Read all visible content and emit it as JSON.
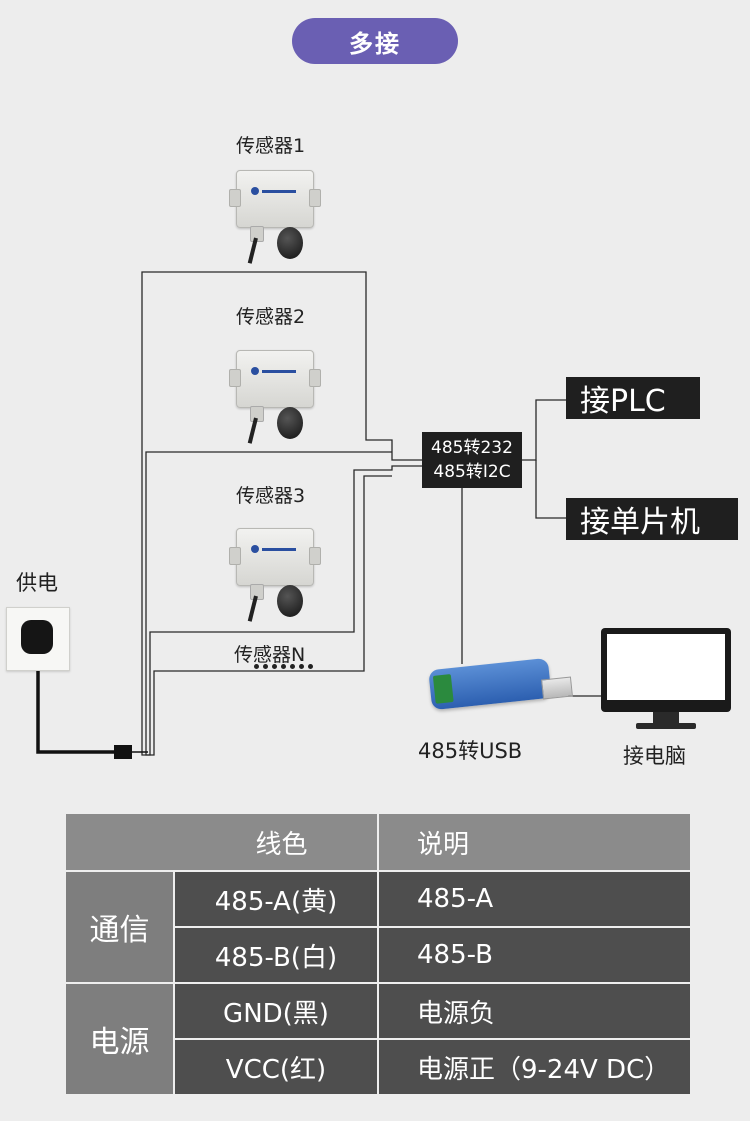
{
  "title": "多接",
  "sensors": [
    {
      "label": "传感器1"
    },
    {
      "label": "传感器2"
    },
    {
      "label": "传感器3"
    },
    {
      "label": "传感器N"
    }
  ],
  "power_label": "供电",
  "converter": {
    "line1": "485转232",
    "line2": "485转I2C"
  },
  "targets": {
    "plc": "接PLC",
    "mcu": "接单片机"
  },
  "usb_label": "485转USB",
  "pc_label": "接电脑",
  "table": {
    "headers": {
      "color": "线色",
      "desc": "说明"
    },
    "groups": [
      {
        "name": "通信",
        "rows": [
          {
            "wire": "485-A(黄)",
            "desc": "485-A"
          },
          {
            "wire": "485-B(白)",
            "desc": "485-B"
          }
        ]
      },
      {
        "name": "电源",
        "rows": [
          {
            "wire": "GND(黑)",
            "desc": "电源负"
          },
          {
            "wire": "VCC(红)",
            "desc": "电源正（9-24V DC）"
          }
        ]
      }
    ]
  },
  "colors": {
    "pill": "#6a5fb3",
    "dark_box": "#1f1f1f",
    "table_header": "#8b8b8b",
    "table_cell": "#4e4e4e"
  }
}
